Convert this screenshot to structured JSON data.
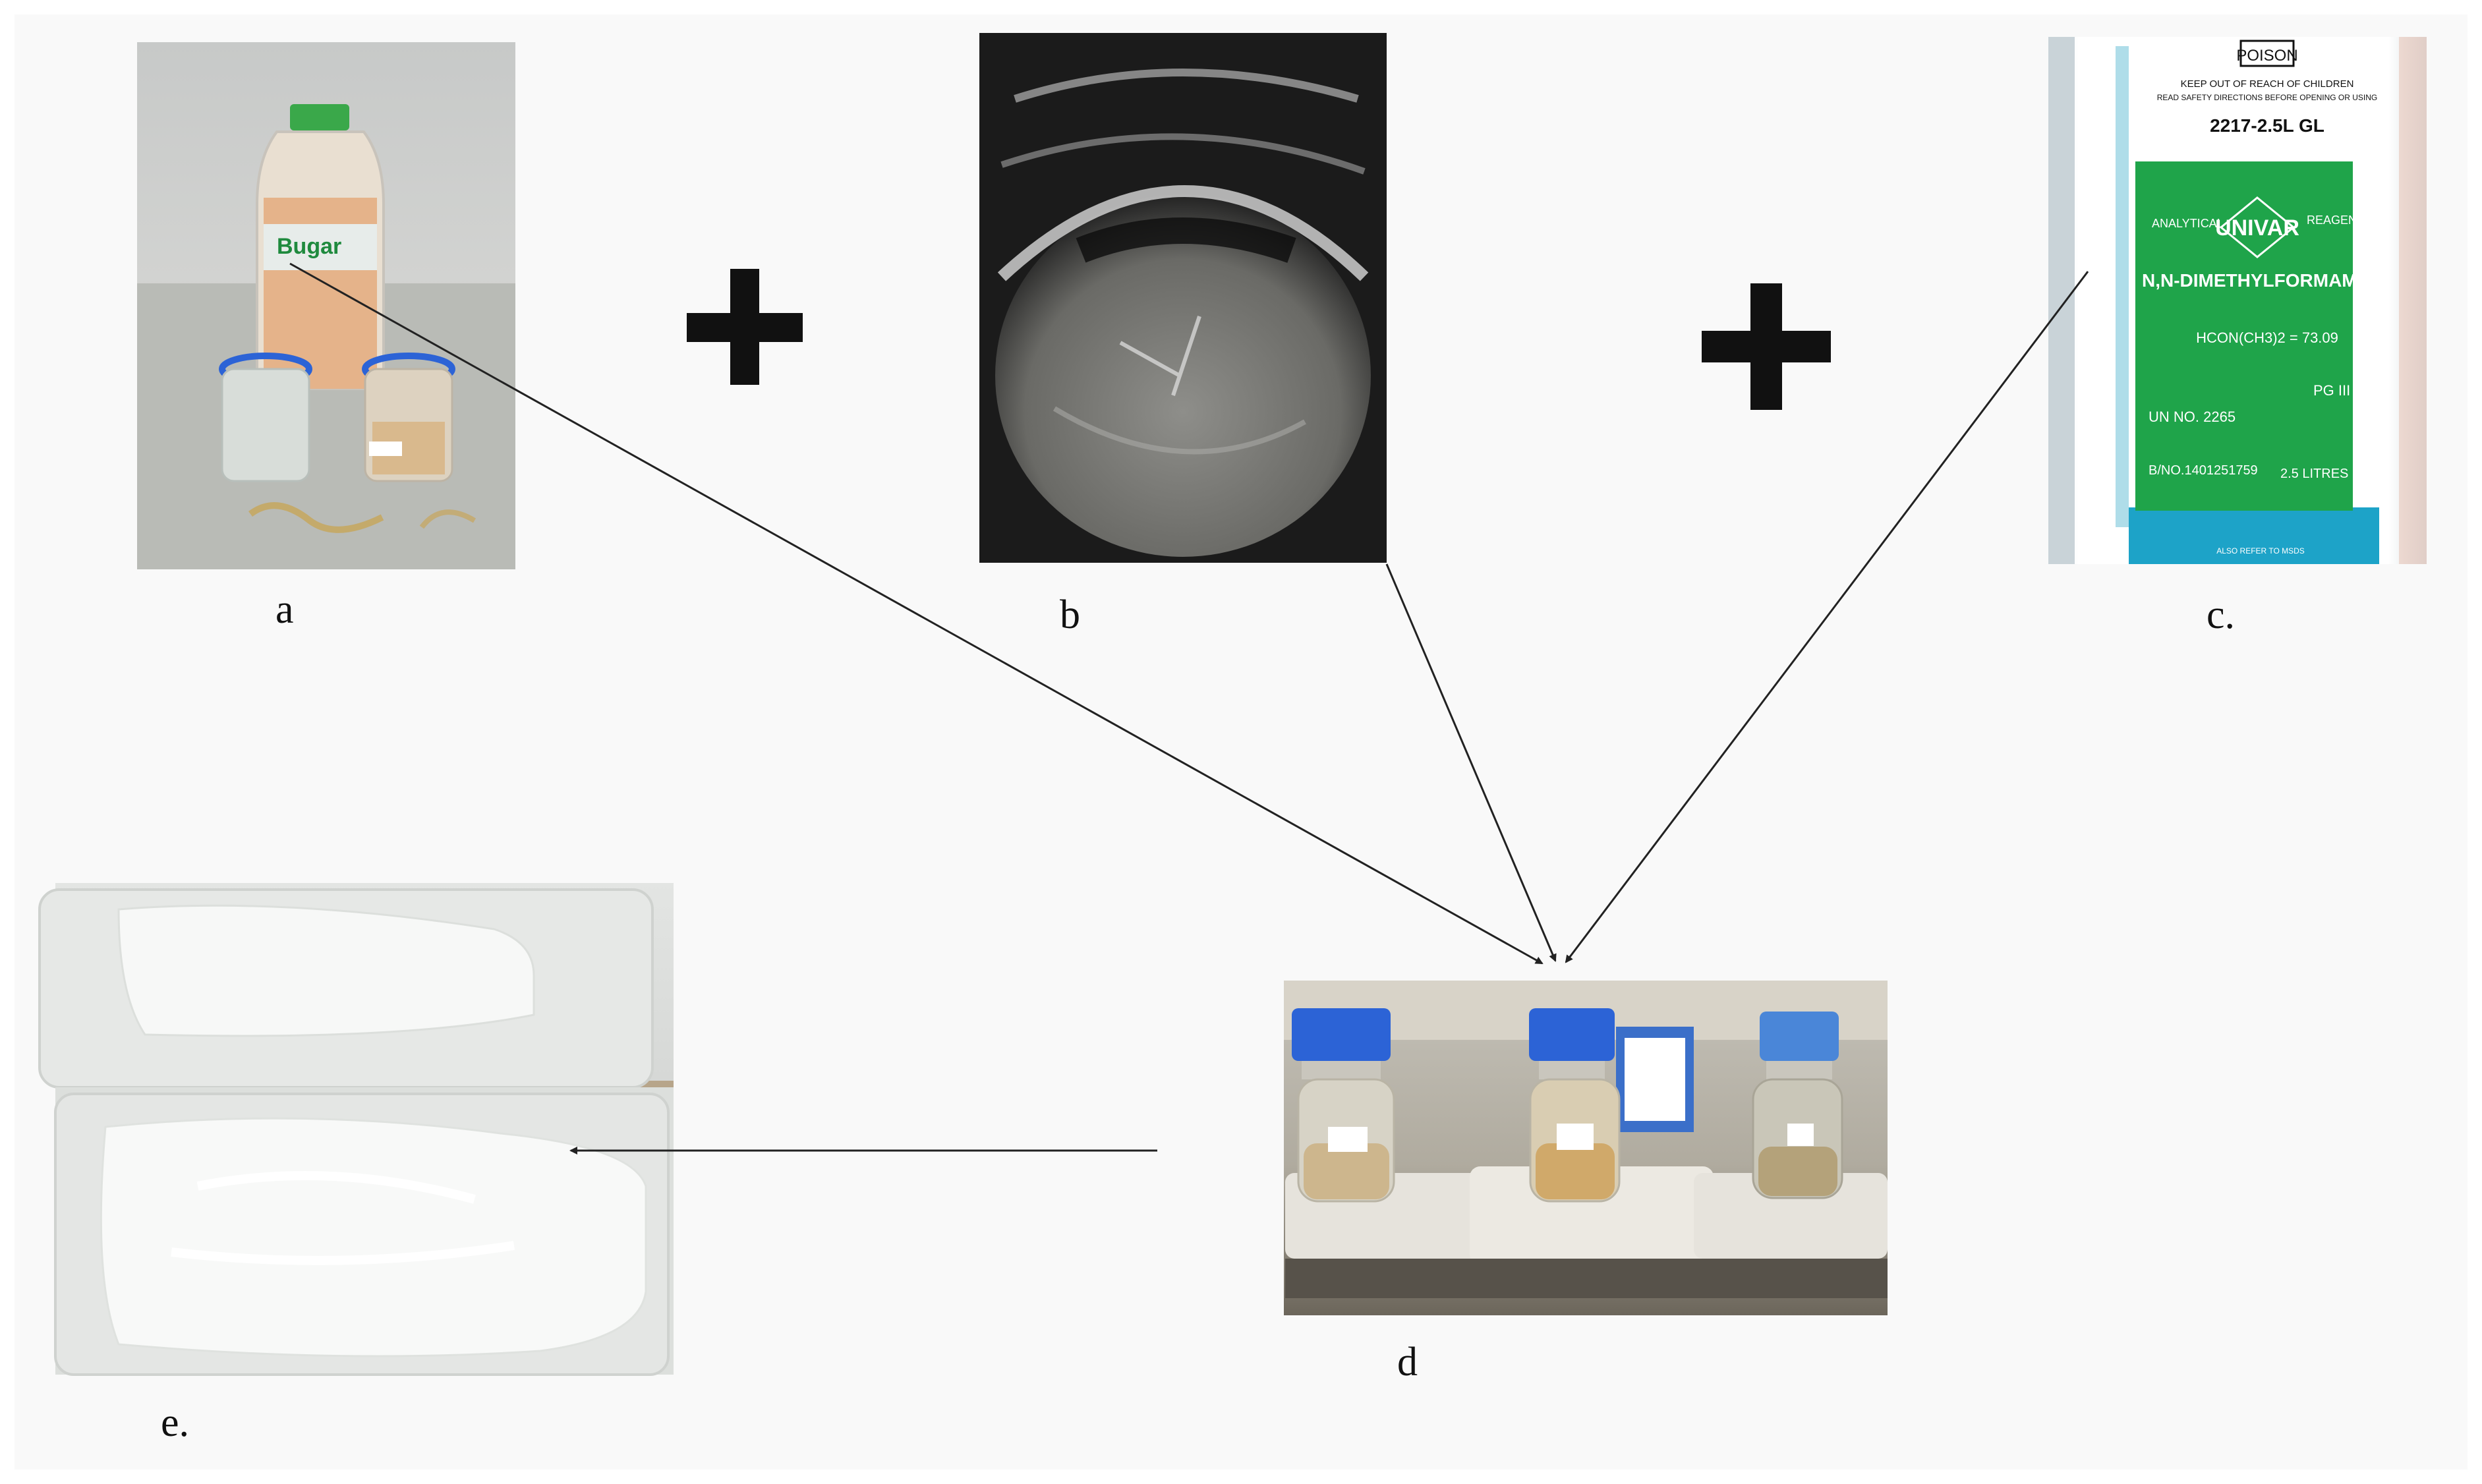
{
  "labels": {
    "a": "a",
    "b": "b",
    "c": "c.",
    "d": "d",
    "e": "e."
  },
  "bottle_label": {
    "poison": "POISON",
    "warning1": "KEEP OUT OF REACH OF CHILDREN",
    "warning2": "READ SAFETY DIRECTIONS BEFORE OPENING OR USING",
    "code": "2217-2.5L GL",
    "analytical": "ANALYTICAL",
    "reagent": "REAGENT",
    "brand": "UNIVAR",
    "chemical": "N,N-DIMETHYLFORMAMIDE",
    "formula": "HCON(CH3)2 = 73.09",
    "un_no": "UN NO. 2265",
    "batch": "B/NO.1401251759",
    "volume": "2.5 LITRES",
    "pg": "PG III",
    "refer": "ALSO REFER TO MSDS"
  },
  "colors": {
    "background": "#f9f9f9",
    "arrow": "#222222",
    "plus": "#111111",
    "univar_green": "#1fa44a",
    "cap_blue": "#2c63d6",
    "cap_green": "#3aa84a"
  }
}
